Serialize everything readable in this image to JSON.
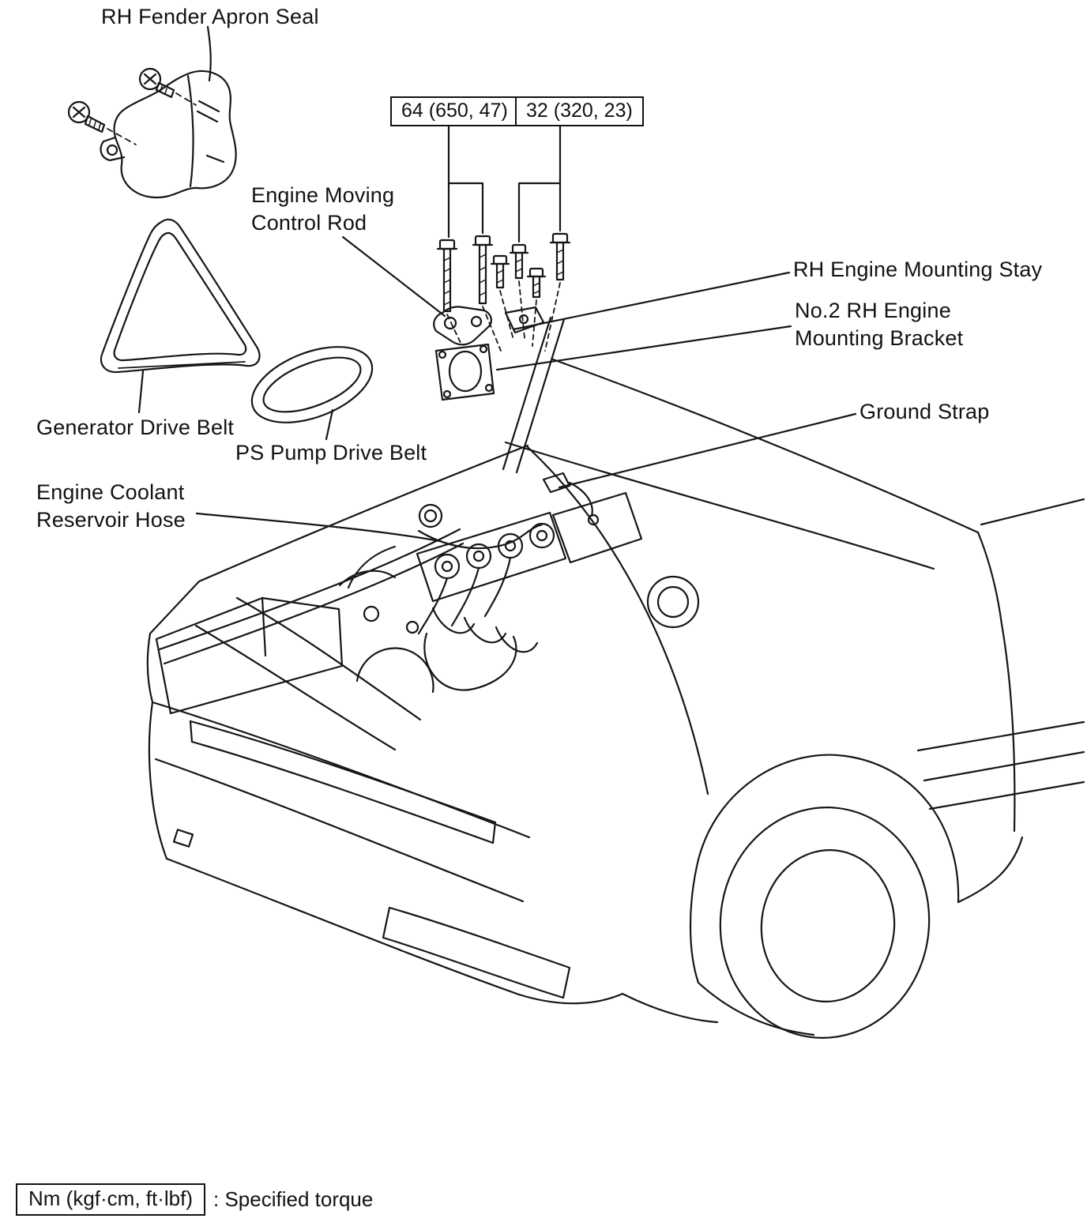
{
  "diagram": {
    "labels": {
      "fender_apron_seal": "RH Fender Apron Seal",
      "engine_moving_control_rod": "Engine  Moving\nControl Rod",
      "mounting_stay": "RH Engine Mounting Stay",
      "mounting_bracket": "No.2 RH Engine\nMounting Bracket",
      "ground_strap": "Ground Strap",
      "generator_drive_belt": "Generator Drive Belt",
      "ps_pump_drive_belt": "PS Pump Drive Belt",
      "coolant_reservoir_hose": "Engine Coolant\nReservoir Hose"
    },
    "torques": {
      "torque_64": "64 (650, 47)",
      "torque_32": "32 (320, 23)"
    },
    "legend": {
      "unit_box": "Nm (kgf·cm, ft·lbf)",
      "description": ": Specified torque"
    },
    "colors": {
      "line": "#161616",
      "background": "#ffffff"
    }
  }
}
